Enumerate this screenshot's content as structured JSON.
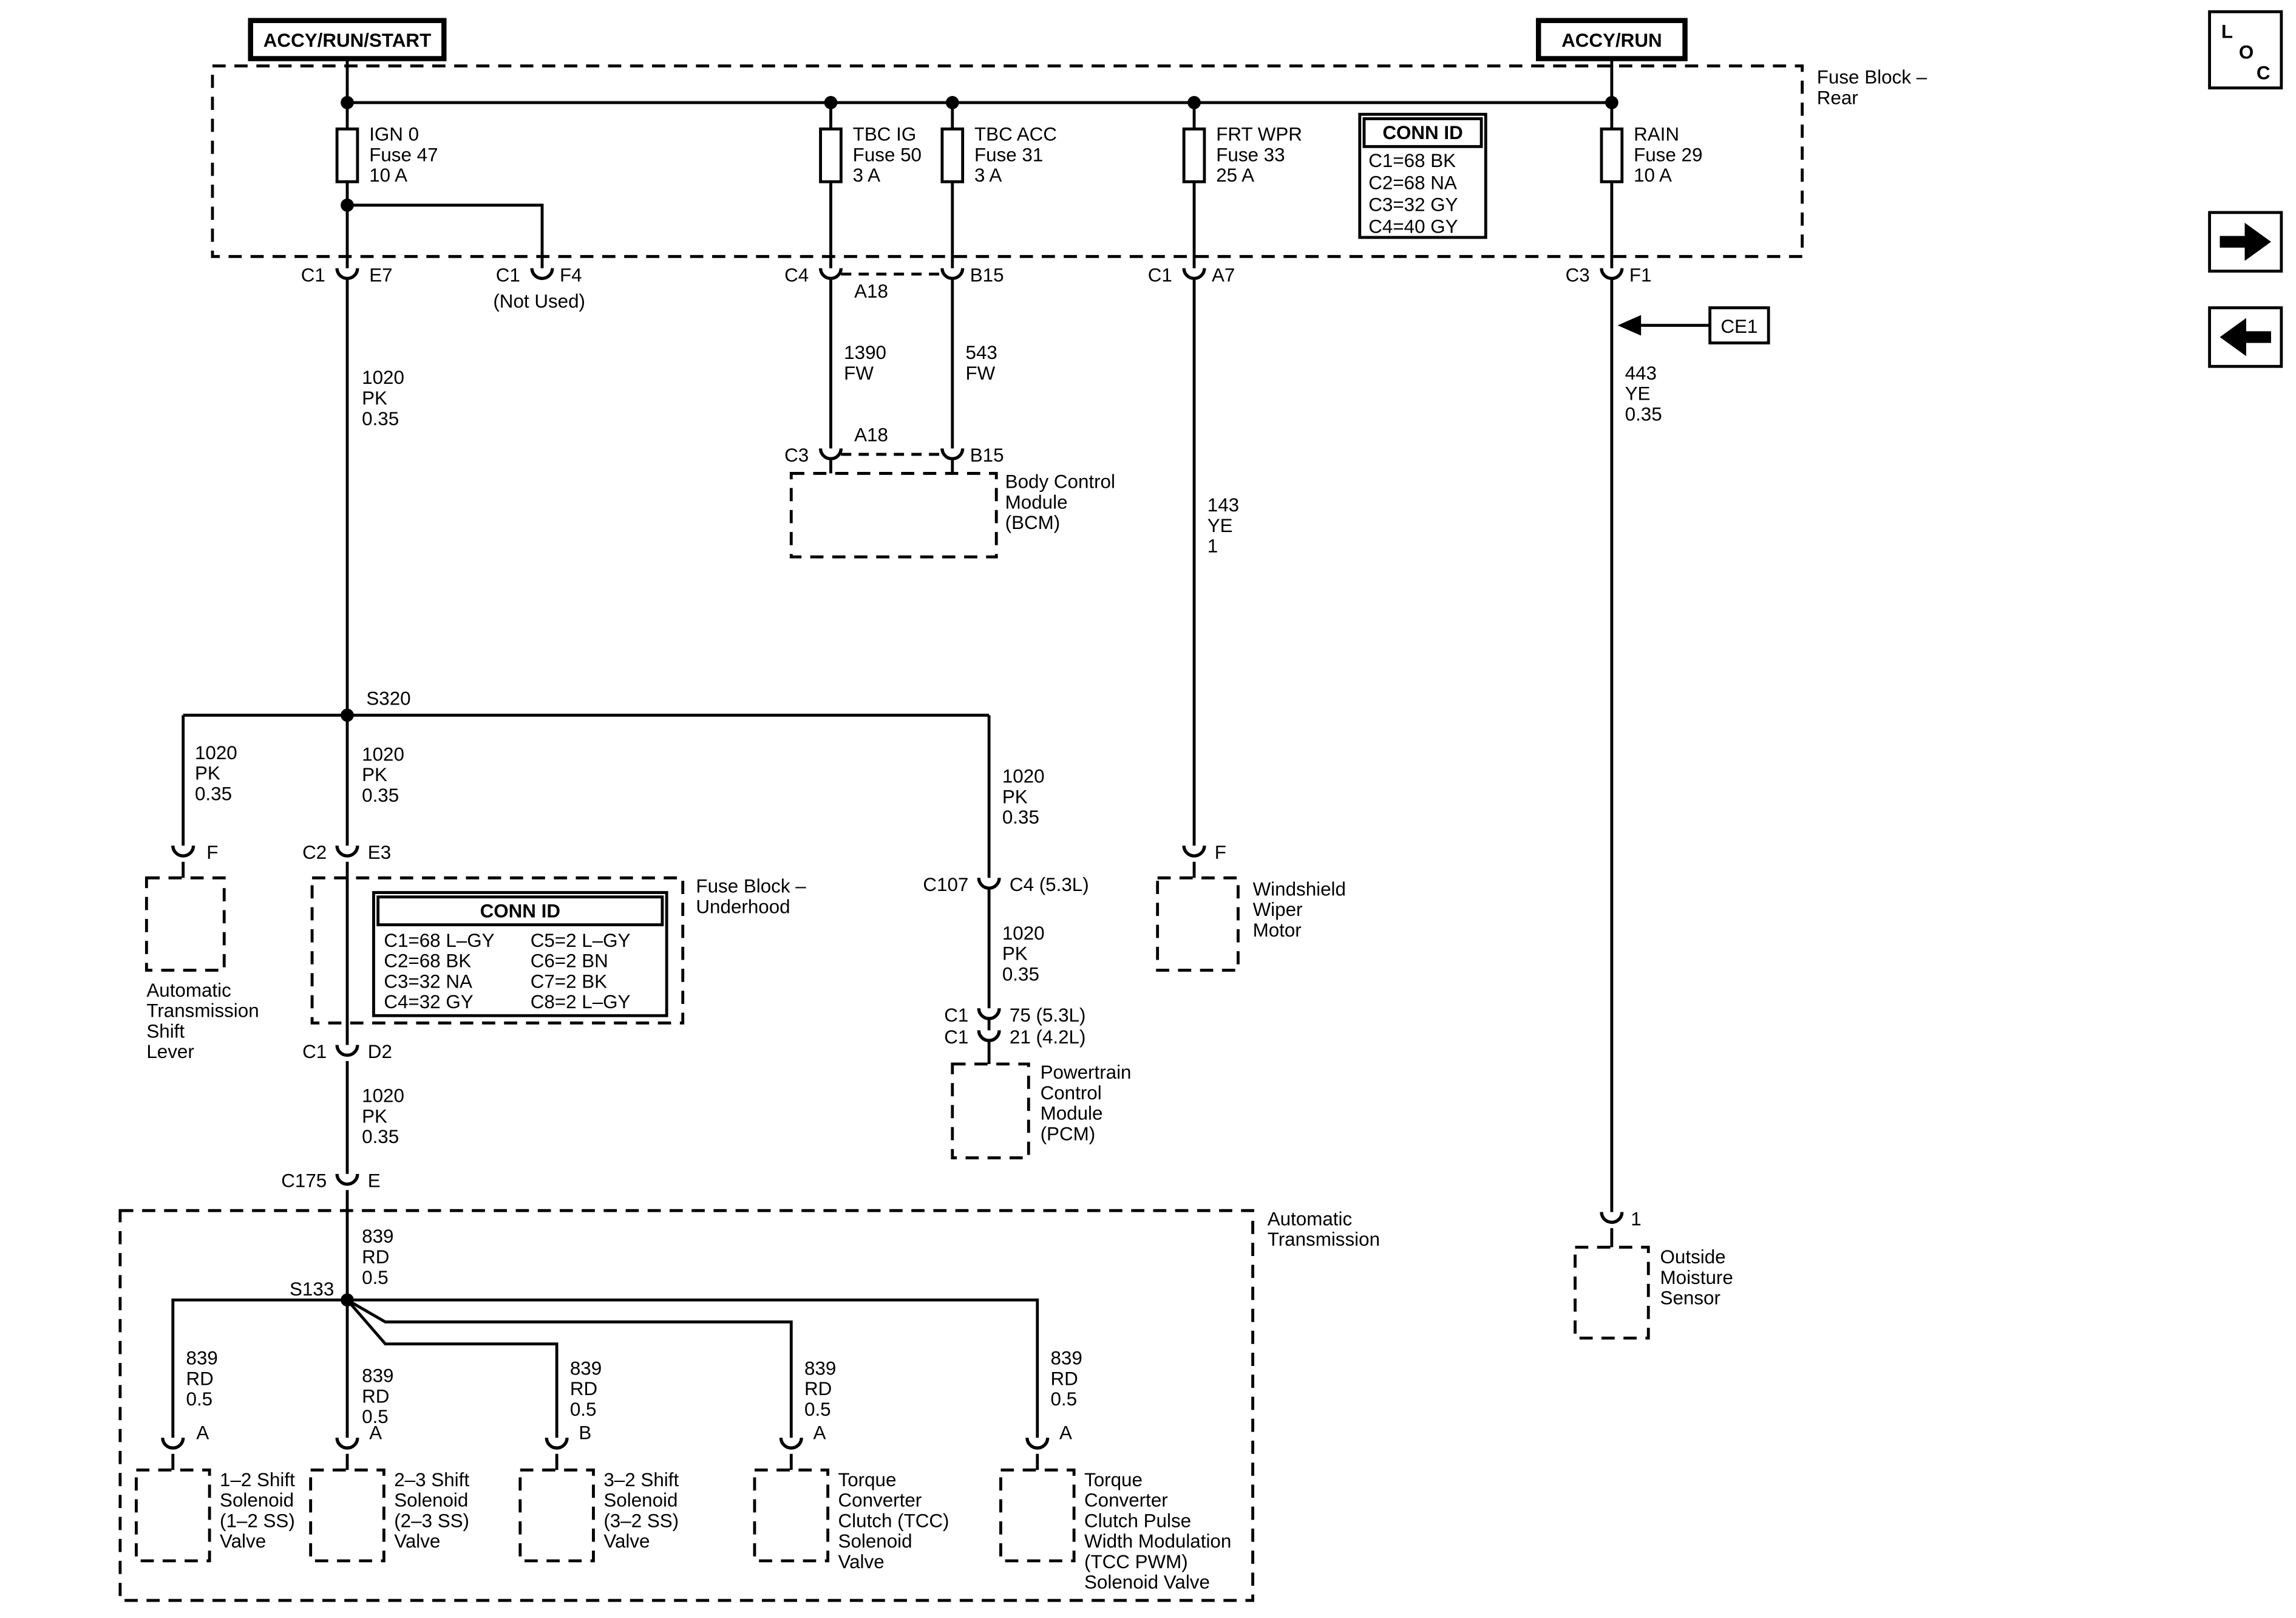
{
  "colors": {
    "line": "#000000",
    "background": "#ffffff"
  },
  "diagram": {
    "title_left": "ACCY/RUN/START",
    "title_right": "ACCY/RUN"
  },
  "icons": {
    "loc": {
      "l": "L",
      "o": "O",
      "c": "C"
    },
    "ce1": "CE1"
  },
  "fuse_block_rear": {
    "label": [
      "Fuse Block –",
      "Rear"
    ],
    "conn_id": {
      "title": "CONN ID",
      "rows": [
        "C1=68 BK",
        "C2=68 NA",
        "C3=32 GY",
        "C4=40 GY"
      ]
    },
    "fuses": [
      {
        "name": "IGN 0",
        "num": "Fuse 47",
        "amps": "10 A"
      },
      {
        "name": "TBC IG",
        "num": "Fuse 50",
        "amps": "3 A"
      },
      {
        "name": "TBC ACC",
        "num": "Fuse 31",
        "amps": "3 A"
      },
      {
        "name": "FRT WPR",
        "num": "Fuse 33",
        "amps": "25 A"
      },
      {
        "name": "RAIN",
        "num": "Fuse 29",
        "amps": "10 A"
      }
    ]
  },
  "connectors": {
    "e7": {
      "left": "C1",
      "right": "E7"
    },
    "f4": {
      "left": "C1",
      "right": "F4",
      "note": "(Not Used)"
    },
    "tbc_top": {
      "left": "C4",
      "mid": "A18",
      "right": "B15"
    },
    "bcm_top": {
      "left": "C3",
      "mid": "A18",
      "right": "B15"
    },
    "a7": {
      "left": "C1",
      "right": "A7"
    },
    "f1": {
      "left": "C3",
      "right": "F1"
    },
    "e3": {
      "left": "C2",
      "right": "E3"
    },
    "d2": {
      "left": "C1",
      "right": "D2"
    },
    "c175": {
      "left": "C175",
      "right": "E"
    },
    "c107": {
      "left": "C107",
      "right": "C4 (5.3L)"
    },
    "pcm_1": {
      "left": "C1",
      "right": "75 (5.3L)"
    },
    "pcm_2": {
      "left": "C1",
      "right": "21 (4.2L)"
    },
    "lever_f": "F",
    "wiper_f": "F",
    "rain_1": "1"
  },
  "wires": {
    "pk1020": [
      "1020",
      "PK",
      "0.35"
    ],
    "fw1390": [
      "1390",
      "FW"
    ],
    "fw543": [
      "543",
      "FW"
    ],
    "ye143": [
      "143",
      "YE",
      "1"
    ],
    "ye443": [
      "443",
      "YE",
      "0.35"
    ],
    "rd839": [
      "839",
      "RD",
      "0.5"
    ]
  },
  "splices": {
    "s320": "S320",
    "s133": "S133"
  },
  "components": {
    "bcm": [
      "Body Control",
      "Module",
      "(BCM)"
    ],
    "shift_lever": [
      "Automatic",
      "Transmission",
      "Shift",
      "Lever"
    ],
    "wiper": [
      "Windshield",
      "Wiper",
      "Motor"
    ],
    "pcm": [
      "Powertrain",
      "Control",
      "Module",
      "(PCM)"
    ],
    "moisture": [
      "Outside",
      "Moisture",
      "Sensor"
    ]
  },
  "fuse_block_underhood": {
    "label": [
      "Fuse Block –",
      "Underhood"
    ],
    "conn_id": {
      "title": "CONN ID",
      "col1": [
        "C1=68 L–GY",
        "C2=68 BK",
        "C3=32 NA",
        "C4=32 GY"
      ],
      "col2": [
        "C5=2 L–GY",
        "C6=2 BN",
        "C7=2 BK",
        "C8=2 L–GY"
      ]
    }
  },
  "auto_trans": {
    "label": [
      "Automatic",
      "Transmission"
    ],
    "solenoids": [
      {
        "pin": "A",
        "label": [
          "1–2 Shift",
          "Solenoid",
          "(1–2 SS)",
          "Valve"
        ]
      },
      {
        "pin": "A",
        "label": [
          "2–3 Shift",
          "Solenoid",
          "(2–3 SS)",
          "Valve"
        ]
      },
      {
        "pin": "B",
        "label": [
          "3–2 Shift",
          "Solenoid",
          "(3–2 SS)",
          "Valve"
        ]
      },
      {
        "pin": "A",
        "label": [
          "Torque",
          "Converter",
          "Clutch (TCC)",
          "Solenoid",
          "Valve"
        ]
      },
      {
        "pin": "A",
        "label": [
          "Torque",
          "Converter",
          "Clutch Pulse",
          "Width Modulation",
          "(TCC PWM)",
          "Solenoid Valve"
        ]
      }
    ]
  }
}
